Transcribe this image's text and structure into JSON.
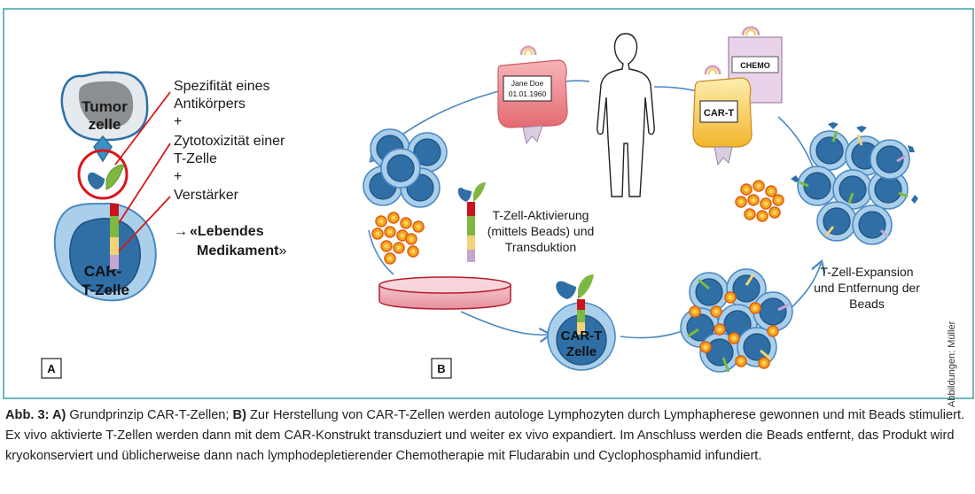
{
  "panel_a": {
    "tumor_label_1": "Tumor",
    "tumor_label_2": "zelle",
    "spec_line_1": "Spezifität eines",
    "spec_line_2": "Antikörpers",
    "plus_1": "+",
    "zyto_line_1": "Zytotoxizität einer",
    "zyto_line_2": "T-Zelle",
    "plus_2": "+",
    "verstaerker": "Verstärker",
    "arrow": "→",
    "lebendes_quote_open": "«",
    "lebendes_word": "Lebendes",
    "medikament_word": "Medikament",
    "medikament_quote_close": "»",
    "car_label_1": "CAR-",
    "car_label_2": "T-Zelle",
    "panel_letter": "A"
  },
  "panel_b": {
    "bag_name": "Jane Doe",
    "bag_date": "01.01.1960",
    "chemo_label": "CHEMO",
    "cart_bag_label": "CAR-T",
    "activation_line_1": "T-Zell-Aktivierung",
    "activation_line_2": "(mittels Beads) und",
    "activation_line_3": "Transduktion",
    "expansion_line_1": "T-Zell-Expansion",
    "expansion_line_2": "und Entfernung der",
    "expansion_line_3": "Beads",
    "car_cell_1": "CAR-T",
    "car_cell_2": "Zelle",
    "panel_letter": "B"
  },
  "credit": "Abbildungen: Müller",
  "caption": {
    "prefix": "Abb. 3: ",
    "a_label": "A)",
    "a_text": " Grundprinzip CAR-T-Zellen; ",
    "b_label": "B)",
    "b_text": " Zur Herstellung von CAR-T-Zellen werden autologe Lymphozyten durch Lymphapherese gewonnen und mit Beads stimuliert. Ex vivo aktivierte T-Zellen werden dann mit dem CAR-Konstrukt transduziert und weiter ex vivo expandiert. Im Anschluss werden die Beads entfernt, das Produkt wird kryokonserviert und üblicherweise dann nach lymphodepletierender Chemotherapie mit Fludarabin und Cyclophosphamid infundiert."
  },
  "colors": {
    "frame": "#3aa0a8",
    "cell_outer": "#a9cfea",
    "cell_inner": "#2f6fa6",
    "receptor_red": "#c8141a",
    "receptor_green": "#7fb841",
    "receptor_yellow": "#f3d27a",
    "receptor_purple": "#c4a6cf",
    "bead": "#f2a51a",
    "arrow": "#4b88c2"
  }
}
